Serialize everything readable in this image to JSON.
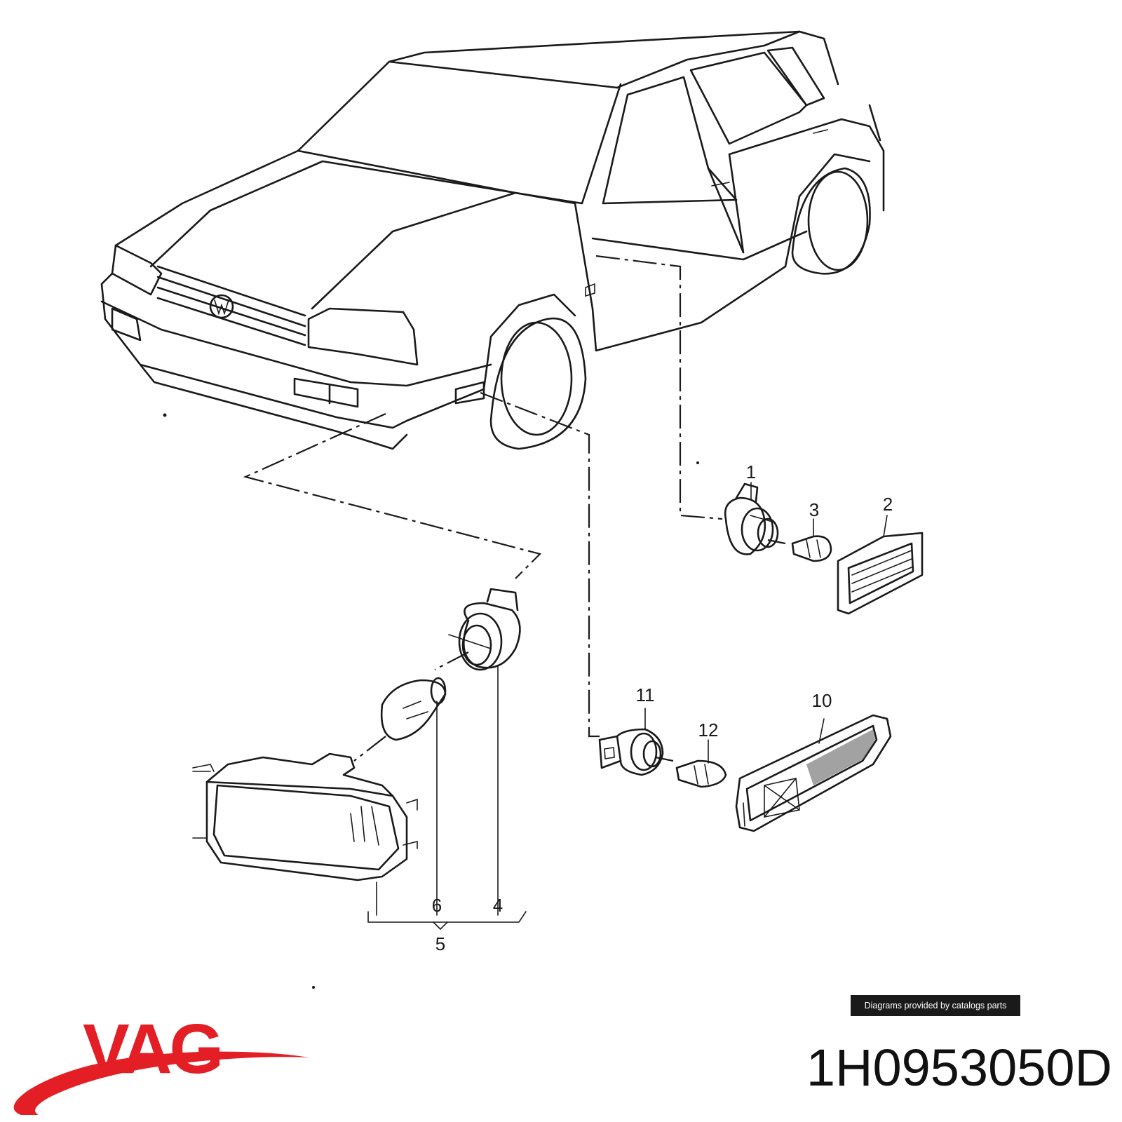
{
  "callouts": {
    "c1": "1",
    "c2": "2",
    "c3": "3",
    "c4": "4",
    "c5": "5",
    "c6": "6",
    "c10": "10",
    "c11": "11",
    "c12": "12"
  },
  "credit": "Diagrams provided by catalogs parts",
  "brand": {
    "name": "VAG",
    "color": "#e31e24"
  },
  "part_number": "1H0953050D"
}
